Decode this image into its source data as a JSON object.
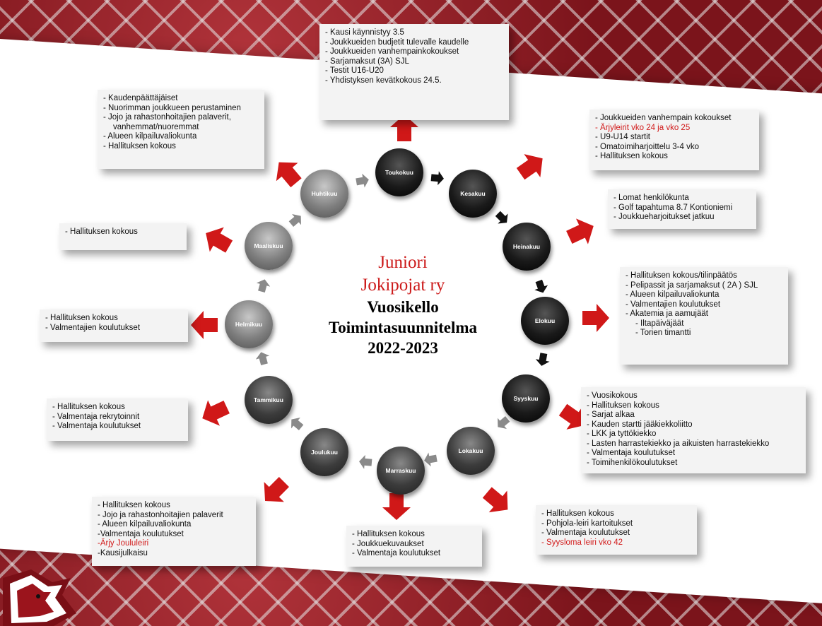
{
  "center": {
    "line1": "Juniori",
    "line2": "Jokipojat ry",
    "line3": "Vuosikello",
    "line4": "Toimintasuunnitelma",
    "line5": "2022-2023"
  },
  "months": {
    "toukokuu": "Toukokuu",
    "kesakuu": "Kesakuu",
    "heinakuu": "Heinakuu",
    "elokuu": "Elokuu",
    "syyskuu": "Syyskuu",
    "lokakuu": "Lokakuu",
    "marraskuu": "Marraskuu",
    "joulukuu": "Joulukuu",
    "tammikuu": "Tammikuu",
    "helmikuu": "Helmikuu",
    "maaliskuu": "Maaliskuu",
    "huhtikuu": "Huhtikuu"
  },
  "boxes": {
    "toukokuu": [
      "- Kausi käynnistyy 3.5",
      "- Joukkueiden budjetit tulevalle kaudelle",
      "- Joukkueiden vanhempainkokoukset",
      "- Sarjamaksut  (3A) SJL",
      "- Testit U16-U20",
      "- Yhdistyksen kevätkokous 24.5."
    ],
    "kesakuu": [
      "- Joukkueiden vanhempain kokoukset",
      "- Ärjyleirit vko 24 ja vko 25",
      "- U9-U14 startit",
      "- Omatoimiharjoittelu 3-4 vko",
      "- Hallituksen kokous"
    ],
    "heinakuu": [
      "- Lomat henkilökunta",
      "- Golf tapahtuma 8.7 Kontioniemi",
      "- Joukkueharjoitukset jatkuu"
    ],
    "elokuu": [
      "- Hallituksen kokous/tilinpäätös",
      "- Pelipassit ja  sarjamaksut ( 2A ) SJL",
      "- Alueen kilpailuvaliokunta",
      "- Valmentajien koulutukset",
      "- Akatemia ja aamujäät",
      "- Iltapäiväjäät",
      "- Torien timantti"
    ],
    "syyskuu": [
      "- Vuosikokous",
      "- Hallituksen kokous",
      "- Sarjat alkaa",
      "- Kauden startti jääkiekkoliitto",
      "- LKK ja tyttökiekko",
      "- Lasten harrastekiekko ja aikuisten harrastekiekko",
      "- Valmentaja koulutukset",
      "- Toimihenkilökoulutukset"
    ],
    "lokakuu": [
      "- Hallituksen kokous",
      "- Pohjola-leiri kartoitukset",
      "- Valmentaja koulutukset",
      "- Syysloma leiri vko 42"
    ],
    "marraskuu": [
      "- Hallituksen kokous",
      "- Joukkuekuvaukset",
      "- Valmentaja koulutukset"
    ],
    "joulukuu": [
      "- Hallituksen kokous",
      "- Jojo ja rahastonhoitajien palaverit",
      "- Alueen kilpailuvaliokunta",
      "-Valmentaja koulutukset",
      "-Ärjy Joululeiri",
      "-Kausijulkaisu"
    ],
    "tammikuu": [
      "- Hallituksen kokous",
      "- Valmentaja rekrytoinnit",
      "- Valmentaja koulutukset"
    ],
    "helmikuu": [
      "- Hallituksen kokous",
      "- Valmentajien koulutukset"
    ],
    "maaliskuu": [
      "- Hallituksen kokous"
    ],
    "huhtikuu": [
      "- Kaudenpäättäjäiset",
      "- Nuorimman joukkueen perustaminen",
      "- Jojo ja rahastonhoitajien palaverit,",
      "vanhemmat/nuoremmat",
      "- Alueen kilpailuvaliokunta",
      "- Hallituksen kokous"
    ]
  },
  "colors": {
    "accent_red": "#cc1a1a",
    "arrow_red": "#d01818",
    "box_bg": "#f3f3f3"
  }
}
